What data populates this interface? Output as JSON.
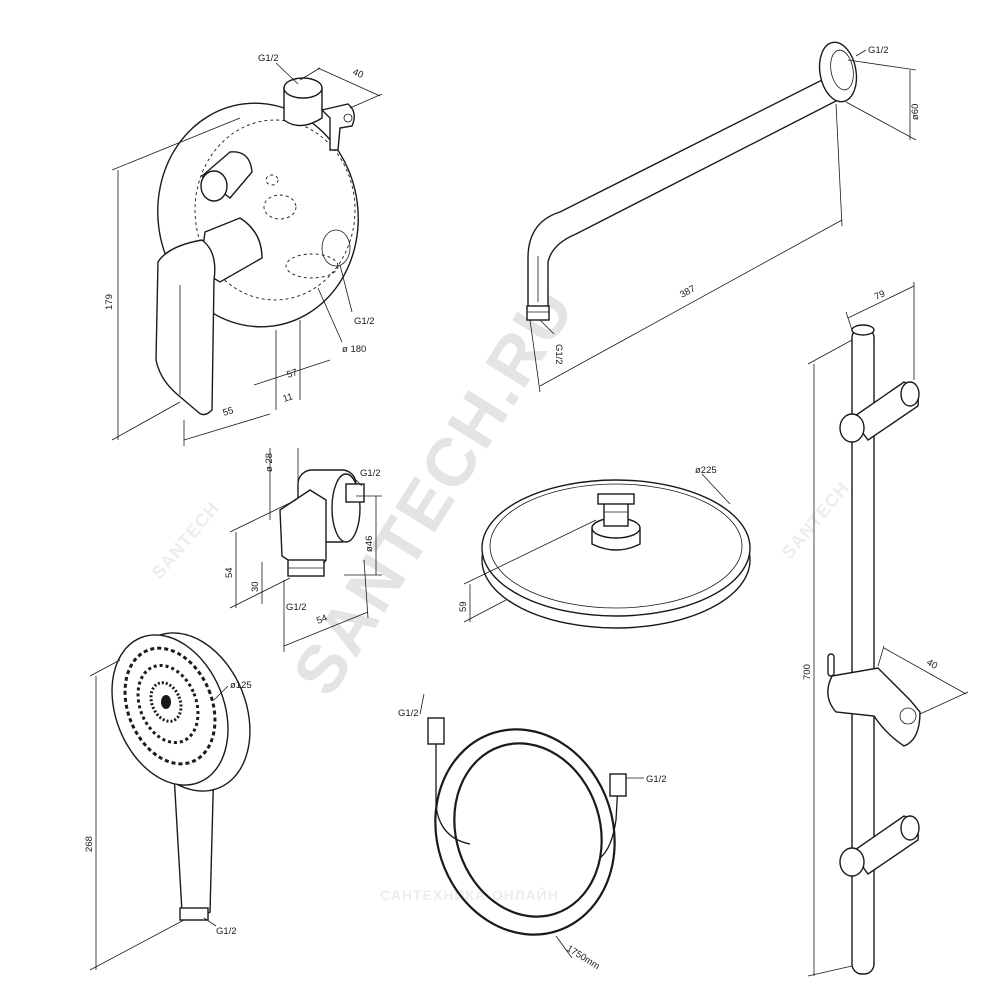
{
  "watermark": {
    "main": "SANTECH.RU",
    "secondary": "SANTECH",
    "footer": "САНТЕХНИКА-ОНЛАЙН"
  },
  "mixer": {
    "dims": {
      "height": "179",
      "depth": "40",
      "inlet": "G1/2",
      "outlet": "G1/2",
      "plate_diameter": "ø 180",
      "offset_a": "57",
      "offset_b": "11",
      "lever": "55"
    }
  },
  "arm": {
    "dims": {
      "inlet": "G1/2",
      "flange": "ø60",
      "length": "387",
      "outlet": "G1/2"
    }
  },
  "elbow": {
    "dims": {
      "diameter": "ø 28",
      "inlet": "G1/2",
      "height": "ø46",
      "depth": "54",
      "height_b": "30",
      "width": "54",
      "outlet": "G1/2"
    }
  },
  "overhead": {
    "dims": {
      "diameter": "ø225",
      "height": "59"
    }
  },
  "handshower": {
    "dims": {
      "diameter": "ø125",
      "length": "268",
      "thread": "G1/2"
    }
  },
  "hose": {
    "dims": {
      "end_a": "G1/2",
      "end_b": "G1/2",
      "length": "1750mm"
    }
  },
  "rail": {
    "dims": {
      "offset": "79",
      "length": "700",
      "holder": "40"
    }
  }
}
